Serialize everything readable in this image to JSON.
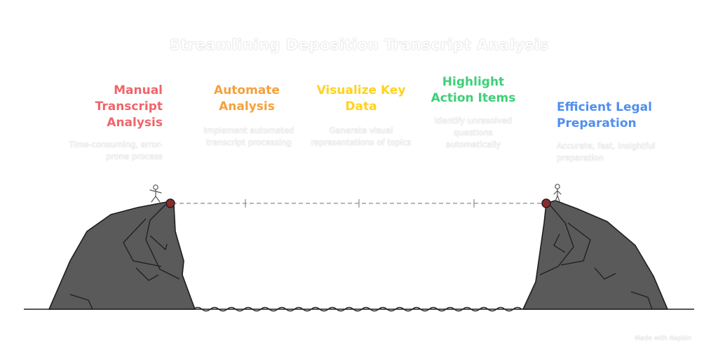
{
  "title": "Streamlining Deposition Transcript Analysis",
  "steps": [
    {
      "heading": "Manual Transcript Analysis",
      "description": "Time-consuming, error-prone process",
      "color": "#f0656a"
    },
    {
      "heading": "Automate Analysis",
      "description": "Implement automated transcript processing",
      "color": "#f5a03c"
    },
    {
      "heading": "Visualize Key Data",
      "description": "Generate visual representations of topics",
      "color": "#ffd21f"
    },
    {
      "heading": "Highlight Action Items",
      "description": "Identify unresolved questions automatically",
      "color": "#3fcf78"
    },
    {
      "heading": "Efficient Legal Preparation",
      "description": "Accurate, fast, insightful preparation",
      "color": "#4f8ff0"
    }
  ],
  "credit": "Made with Napkin",
  "colors": {
    "cliff": "#5a5a5a",
    "outline": "#1e1e1e",
    "pin": "#8b2a2a"
  }
}
